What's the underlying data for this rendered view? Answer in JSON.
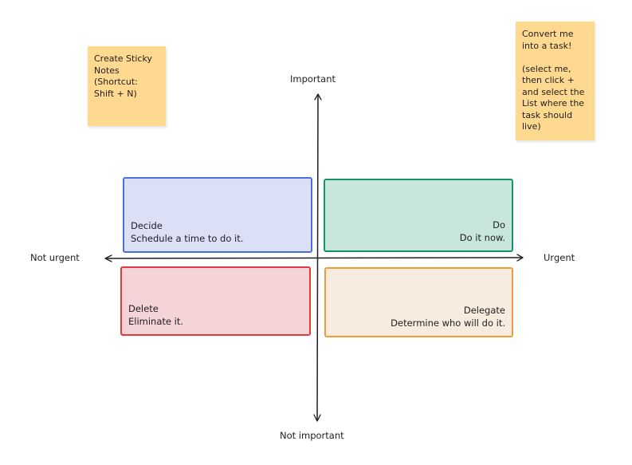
{
  "sticky_notes": [
    {
      "text": "Create Sticky\nNotes\n(Shortcut:\nShift + N)"
    },
    {
      "text": "Convert me\ninto a task!\n\n(select me,\nthen click +\nand select the\nList where the\ntask should\nlive)"
    }
  ],
  "axes": {
    "top": "Important",
    "bottom": "Not important",
    "left": "Not urgent",
    "right": "Urgent"
  },
  "quadrants": {
    "decide": {
      "title": "Decide",
      "subtitle": "Schedule a time to do it.",
      "fill": "#dbe0f7",
      "stroke": "#4a6fe0"
    },
    "do": {
      "title": "Do",
      "subtitle": "Do it now.",
      "fill": "#c9e6dc",
      "stroke": "#13946b"
    },
    "delete": {
      "title": "Delete",
      "subtitle": "Eliminate it.",
      "fill": "#f4d4d7",
      "stroke": "#df3a40"
    },
    "delegate": {
      "title": "Delegate",
      "subtitle": "Determine who will do it.",
      "fill": "#f8ebe0",
      "stroke": "#f39a3b"
    }
  },
  "colors": {
    "sticky": "#ffd990",
    "ink": "#1e1e1e"
  }
}
